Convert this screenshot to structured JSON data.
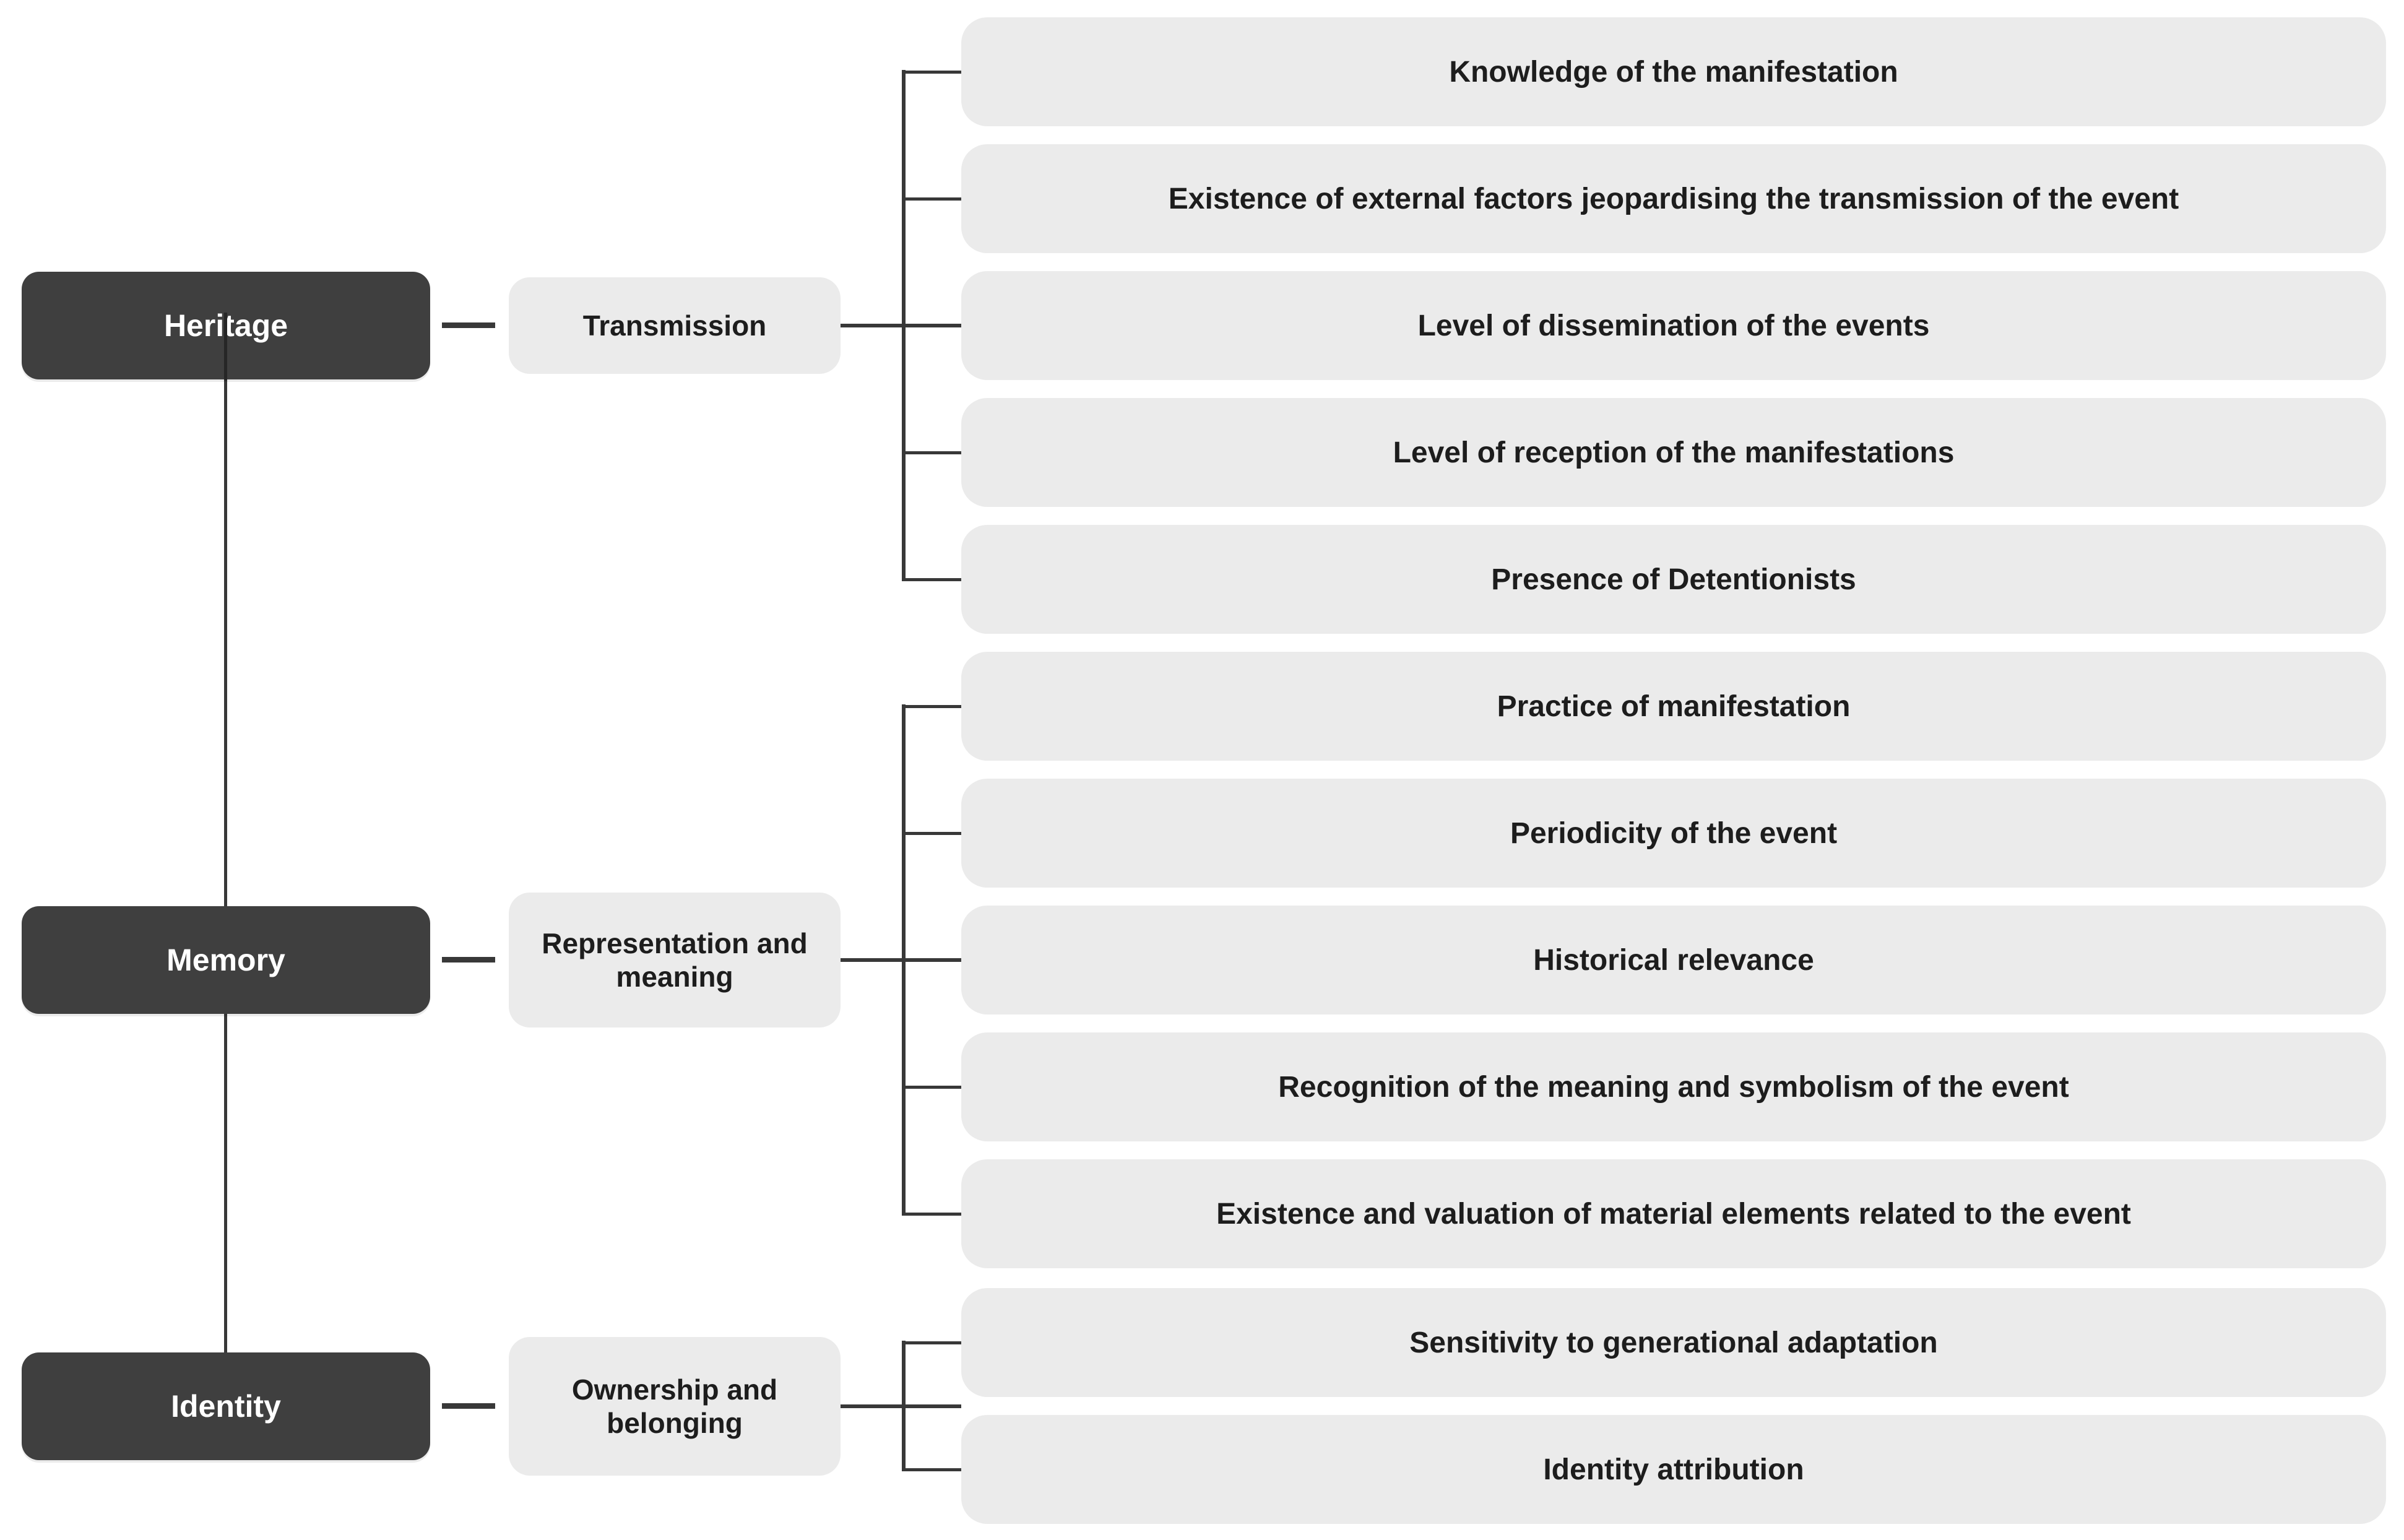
{
  "theme": {
    "background": "#ffffff",
    "dark_box_color": "#3f3f3f",
    "dark_box_text_color": "#ffffff",
    "light_box_color": "#ebebeb",
    "line_color": "#383838",
    "overlay_line_color": "#262626",
    "text_color": "#1d1d1d"
  },
  "groups": [
    {
      "dimension": "Heritage",
      "criterion": "Transmission",
      "indicators": [
        "Knowledge of the manifestation",
        "Existence of external factors jeopardising the transmission of the event",
        "Level of dissemination of the events",
        "Level of reception of the manifestations",
        "Presence of Detentionists"
      ]
    },
    {
      "dimension": "Memory",
      "criterion": "Representation and meaning",
      "indicators": [
        "Practice of manifestation",
        "Periodicity of the event",
        "Historical relevance",
        "Recognition of the meaning and symbolism of the event",
        "Existence and valuation of material elements related to the event"
      ]
    },
    {
      "dimension": "Identity",
      "criterion": "Ownership and belonging",
      "indicators": [
        "Sensitivity to generational adaptation",
        "Identity attribution"
      ]
    }
  ]
}
